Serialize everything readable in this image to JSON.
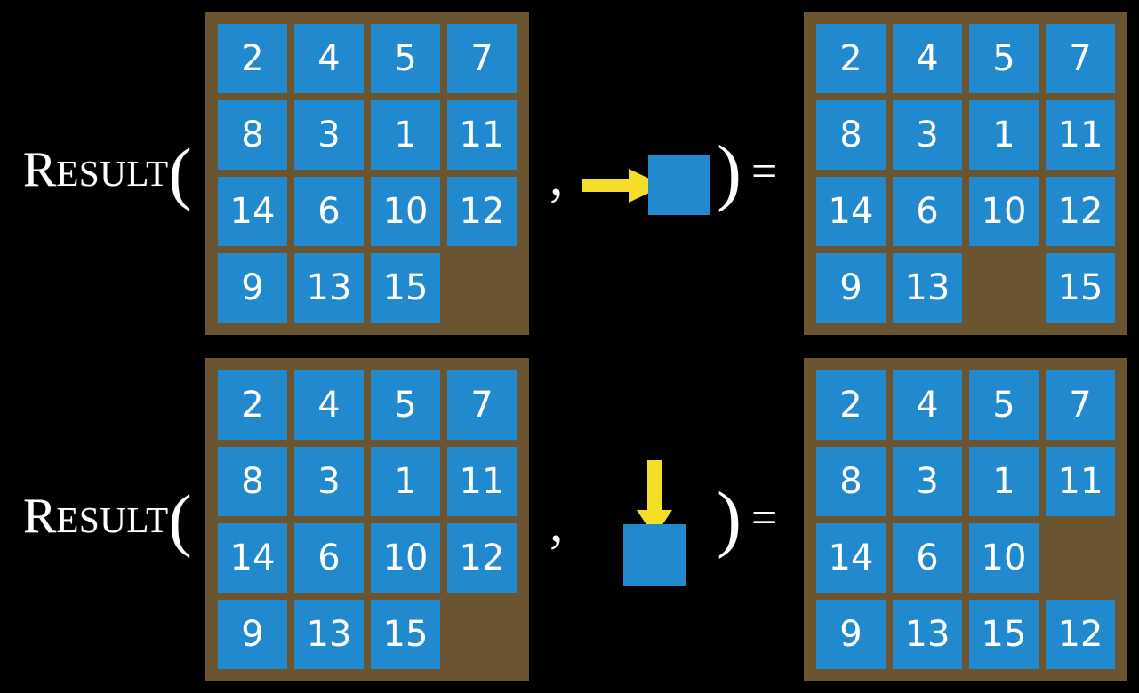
{
  "background_color": "#000000",
  "colors": {
    "frame": "#6B5430",
    "tile": "#2189CE",
    "arrow": "#F5DE28",
    "text": "#FFFFFF"
  },
  "label": {
    "prefix_cap": "R",
    "prefix_rest": "ESULT",
    "open_paren": "(",
    "close_paren": ")",
    "comma": ",",
    "equals": "="
  },
  "rows": [
    {
      "id": "row-0",
      "label": "RESULT(",
      "action": {
        "name": "move-right",
        "arrow_direction": "right",
        "arrow_icon": "arrow-right-icon"
      },
      "input_board": {
        "rows": 4,
        "cols": 4,
        "cells": [
          [
            "2",
            "4",
            "5",
            "7"
          ],
          [
            "8",
            "3",
            "1",
            "11"
          ],
          [
            "14",
            "6",
            "10",
            "12"
          ],
          [
            "9",
            "13",
            "15",
            ""
          ]
        ],
        "blank_position": [
          3,
          3
        ]
      },
      "output_board": {
        "rows": 4,
        "cols": 4,
        "cells": [
          [
            "2",
            "4",
            "5",
            "7"
          ],
          [
            "8",
            "3",
            "1",
            "11"
          ],
          [
            "14",
            "6",
            "10",
            "12"
          ],
          [
            "9",
            "13",
            "",
            "15"
          ]
        ],
        "blank_position": [
          3,
          2
        ]
      }
    },
    {
      "id": "row-1",
      "label": "RESULT(",
      "action": {
        "name": "move-down",
        "arrow_direction": "down",
        "arrow_icon": "arrow-down-icon"
      },
      "input_board": {
        "rows": 4,
        "cols": 4,
        "cells": [
          [
            "2",
            "4",
            "5",
            "7"
          ],
          [
            "8",
            "3",
            "1",
            "11"
          ],
          [
            "14",
            "6",
            "10",
            "12"
          ],
          [
            "9",
            "13",
            "15",
            ""
          ]
        ],
        "blank_position": [
          3,
          3
        ]
      },
      "output_board": {
        "rows": 4,
        "cols": 4,
        "cells": [
          [
            "2",
            "4",
            "5",
            "7"
          ],
          [
            "8",
            "3",
            "1",
            "11"
          ],
          [
            "14",
            "6",
            "10",
            ""
          ],
          [
            "9",
            "13",
            "15",
            "12"
          ]
        ],
        "blank_position": [
          2,
          3
        ]
      }
    }
  ]
}
